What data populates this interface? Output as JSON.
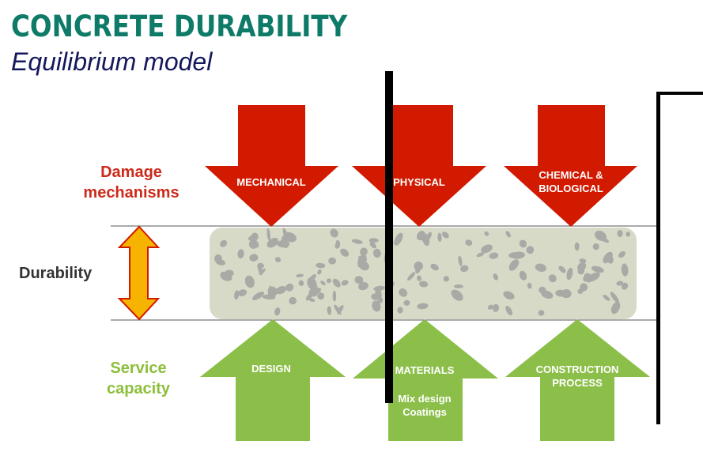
{
  "header": {
    "title": "CONCRETE DURABILITY",
    "subtitle": "Equilibrium model"
  },
  "labels": {
    "damage": [
      "Damage",
      "mechanisms"
    ],
    "durability": "Durability",
    "service": [
      "Service",
      "capacity"
    ]
  },
  "damage_arrows": [
    {
      "label": [
        "MECHANICAL"
      ]
    },
    {
      "label": [
        "PHYSICAL"
      ]
    },
    {
      "label": [
        "CHEMICAL &",
        "BIOLOGICAL"
      ]
    }
  ],
  "capacity_arrows": [
    {
      "label": [
        "DESIGN"
      ]
    },
    {
      "label": [
        "MATERIALS"
      ],
      "sub": [
        "Mix design",
        "Coatings"
      ]
    },
    {
      "label": [
        "CONSTRUCTION",
        "PROCESS"
      ]
    }
  ],
  "colors": {
    "title": "#0e7a68",
    "subtitle": "#14185a",
    "damage": "#d11a00",
    "capacity": "#8cbf4a",
    "concrete": "#d8dac8",
    "aggregate": "#a9aaa6",
    "durability_arrow": "#f6b400"
  }
}
